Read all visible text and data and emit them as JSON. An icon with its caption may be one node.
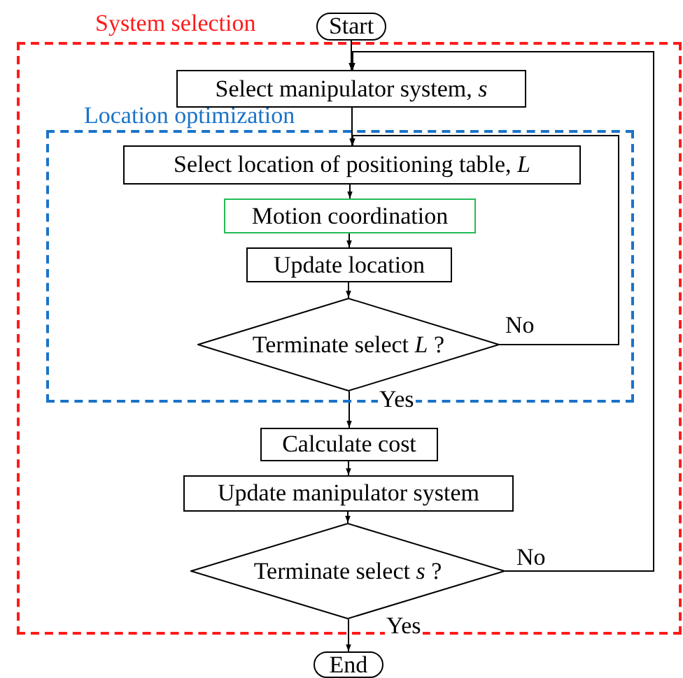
{
  "diagram": {
    "nodes": [
      {
        "text": [
          "System selection"
        ]
      },
      {
        "text": [
          "Start"
        ]
      },
      {
        "text": [
          "Select manipulator system, *s*"
        ],
        "in": 0
      },
      {
        "text": [
          "Location optimization"
        ],
        "in": 0
      },
      {
        "text": [
          "Select location of positioning table, *L*"
        ],
        "in": 3
      },
      {
        "text": [
          "Motion coordination"
        ],
        "in": 3
      },
      {
        "text": [
          "Update location"
        ],
        "in": 3
      },
      {
        "text": [
          "Terminate select *L* ?"
        ],
        "in": 3
      },
      {
        "text": [
          "Calculate cost"
        ],
        "in": 0
      },
      {
        "text": [
          "Update manipulator system"
        ],
        "in": 0
      },
      {
        "text": [
          "Terminate select *s* ?"
        ],
        "in": 0
      },
      {
        "text": [
          "End"
        ]
      }
    ],
    "edges": [
      {
        "from": 1,
        "to": 2,
        "arrow": "to"
      },
      {
        "from": 2,
        "to": 4,
        "arrow": "to"
      },
      {
        "from": 4,
        "to": 5,
        "arrow": "to"
      },
      {
        "from": 5,
        "to": 6,
        "arrow": "to"
      },
      {
        "from": 6,
        "to": 7,
        "arrow": "to"
      },
      {
        "from": 7,
        "to": 4,
        "label": "No",
        "arrow": "to"
      },
      {
        "from": 7,
        "to": 8,
        "label": "Yes",
        "arrow": "to"
      },
      {
        "from": 8,
        "to": 9,
        "arrow": "to"
      },
      {
        "from": 9,
        "to": 10,
        "arrow": "to"
      },
      {
        "from": 10,
        "to": 2,
        "label": "No",
        "arrow": "to"
      },
      {
        "from": 10,
        "to": 11,
        "label": "Yes",
        "arrow": "to"
      }
    ]
  }
}
